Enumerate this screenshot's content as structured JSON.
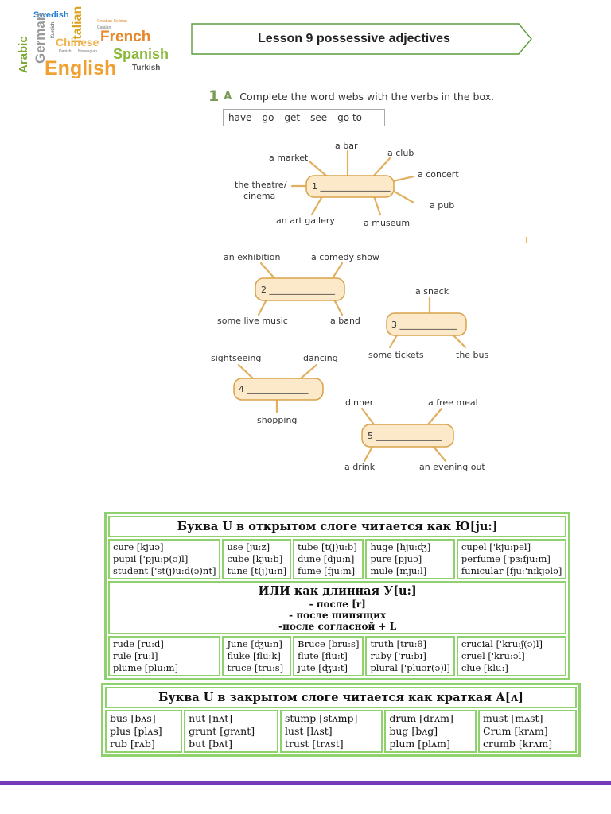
{
  "header": {
    "logo_words": [
      "Swedish",
      "German",
      "Arabic",
      "Italian",
      "French",
      "Chinese",
      "Spanish",
      "English",
      "Turkish",
      "Croatian-Serbian",
      "Catalan",
      "Kurdish",
      "Danish",
      "Norwegian"
    ],
    "title": "Lesson 9 possessive adjectives"
  },
  "exercise": {
    "number": "1",
    "letter": "A",
    "instruction": "Complete the word webs with the verbs in the box.",
    "verbs": [
      "have",
      "go",
      "get",
      "see",
      "go to"
    ],
    "webs": [
      {
        "label": "1 ________________",
        "words": [
          "a bar",
          "a club",
          "a market",
          "a concert",
          "the theatre/",
          "cinema",
          "a pub",
          "an art gallery",
          "a museum"
        ]
      },
      {
        "label": "2 _______________",
        "words": [
          "an exhibition",
          "a comedy show",
          "some live music",
          "a band"
        ]
      },
      {
        "label": "3 _____________",
        "words": [
          "a snack",
          "some tickets",
          "the bus"
        ]
      },
      {
        "label": "4 ______________",
        "words": [
          "sightseeing",
          "dancing",
          "shopping"
        ]
      },
      {
        "label": "5 _______________",
        "words": [
          "dinner",
          "a free meal",
          "a drink",
          "an evening out"
        ]
      }
    ]
  },
  "table_open": {
    "heading": "Буква U в открытом слоге читается как Ю[ju:]",
    "row1": [
      [
        "cure [kjuə]",
        "pupil ['pju:p(ə)l]",
        "student ['st(j)u:d(ə)nt]"
      ],
      [
        "use [ju:z]",
        "cube [kju:b]",
        "tune [t(j)u:n]"
      ],
      [
        "tube [t(j)u:b]",
        "dune [dju:n]",
        "fume [fju:m]"
      ],
      [
        "huge [hju:ʤ]",
        "pure [pjuə]",
        "mule [mju:l]"
      ],
      [
        "cupel ['kju:pel]",
        "perfume ['pɜ:fju:m]",
        "funicular [fju:'nɪkjələ]"
      ]
    ],
    "or_heading": "ИЛИ как длинная У[u:]",
    "or_lines": [
      "- после [r]",
      "- после шипящих",
      "-после согласной + L"
    ],
    "row2": [
      [
        "rude [ru:d]",
        "rule [ru:l]",
        "plume [plu:m]"
      ],
      [
        "June [ʤu:n]",
        "fluke [flu:k]",
        "truce [tru:s]"
      ],
      [
        "Bruce [bru:s]",
        "flute [flu:t]",
        "jute [ʤu:t]"
      ],
      [
        "truth [tru:θ]",
        "ruby ['ru:bɪ]",
        "plural ['pluər(ə)l]"
      ],
      [
        "crucial ['kru:ʃ(ə)l]",
        "cruel ['kru:əl]",
        "clue [klu:]"
      ]
    ]
  },
  "table_closed": {
    "heading": "Буква U в закрытом слоге читается как краткая А[ʌ]",
    "row": [
      [
        "bus [bʌs]",
        "plus [plʌs]",
        "rub [rʌb]"
      ],
      [
        "nut [nʌt]",
        "grunt [grʌnt]",
        "but [bʌt]"
      ],
      [
        "stump [stʌmp]",
        "lust [lʌst]",
        "trust [trʌst]"
      ],
      [
        "drum [drʌm]",
        "bug [bʌg]",
        "plum [plʌm]"
      ],
      [
        "must [mʌst]",
        "Crum [krʌm]",
        "crumb [krʌm]"
      ]
    ]
  },
  "colors": {
    "table_border": "#8fd16c",
    "banner_border": "#5a9e3a",
    "bottom_line": "#7a3ab8",
    "oval_fill": "#fbe9c9",
    "oval_stroke": "#d9a24a"
  }
}
